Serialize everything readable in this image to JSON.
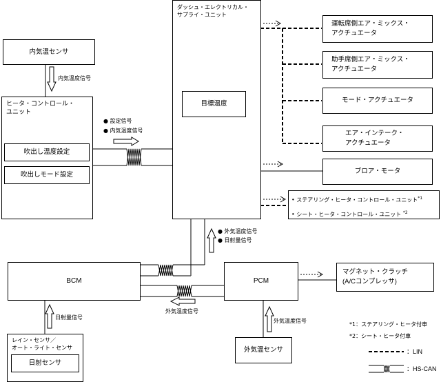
{
  "blocks": {
    "interior_sensor": "内気温センサ",
    "heater_cu": {
      "title1": "ヒータ・コントロール・",
      "title2": "ユニット",
      "sub1": "吹出し温度設定",
      "sub2": "吹出しモード設定"
    },
    "desu": {
      "title1": "ダッシュ・エレクトリカル・",
      "title2": "サプライ・ユニット",
      "sub": "目標温度"
    },
    "driver_mix": {
      "line1": "運転席側エア・ミックス・",
      "line2": "アクチュエータ"
    },
    "passenger_mix": {
      "line1": "助手席側エア・ミックス・",
      "line2": "アクチュエータ"
    },
    "mode_act": "モード・アクチュエータ",
    "intake_act": {
      "line1": "エア・インテーク・",
      "line2": "アクチュエータ"
    },
    "blower": "ブロア・モータ",
    "heaters": {
      "line1": "ステアリング・ヒータ・コントロール・ユニット",
      "sup1": "*1",
      "line2": "シート・ヒータ・コントロール・ユニット",
      "sup2": "*2"
    },
    "bcm": "BCM",
    "pcm": "PCM",
    "clutch": {
      "line1": "マグネット・クラッチ",
      "line2": "(A/Cコンプレッサ)"
    },
    "rain_sensor": {
      "title1": "レイン・センサ／",
      "title2": "オート・ライト・センサ",
      "sub": "日射センサ"
    },
    "exterior_sensor": "外気温センサ"
  },
  "signals": {
    "interior_temp": "内気温度信号",
    "setting": "設定信号",
    "interior_temp2": "内気温度信号",
    "exterior_temp": "外気温度信号",
    "solar": "日射量信号",
    "exterior_temp_bcm": "外気温度信号",
    "solar_bcm": "日射量信号",
    "exterior_temp_pcm": "外気温度信号",
    "bullet": "●"
  },
  "notes": {
    "n1": "*1：ステアリング・ヒータ付車",
    "n2": "*2：シート・ヒータ付車"
  },
  "legend": {
    "lin": "：LIN",
    "hscan": "：HS-CAN"
  }
}
